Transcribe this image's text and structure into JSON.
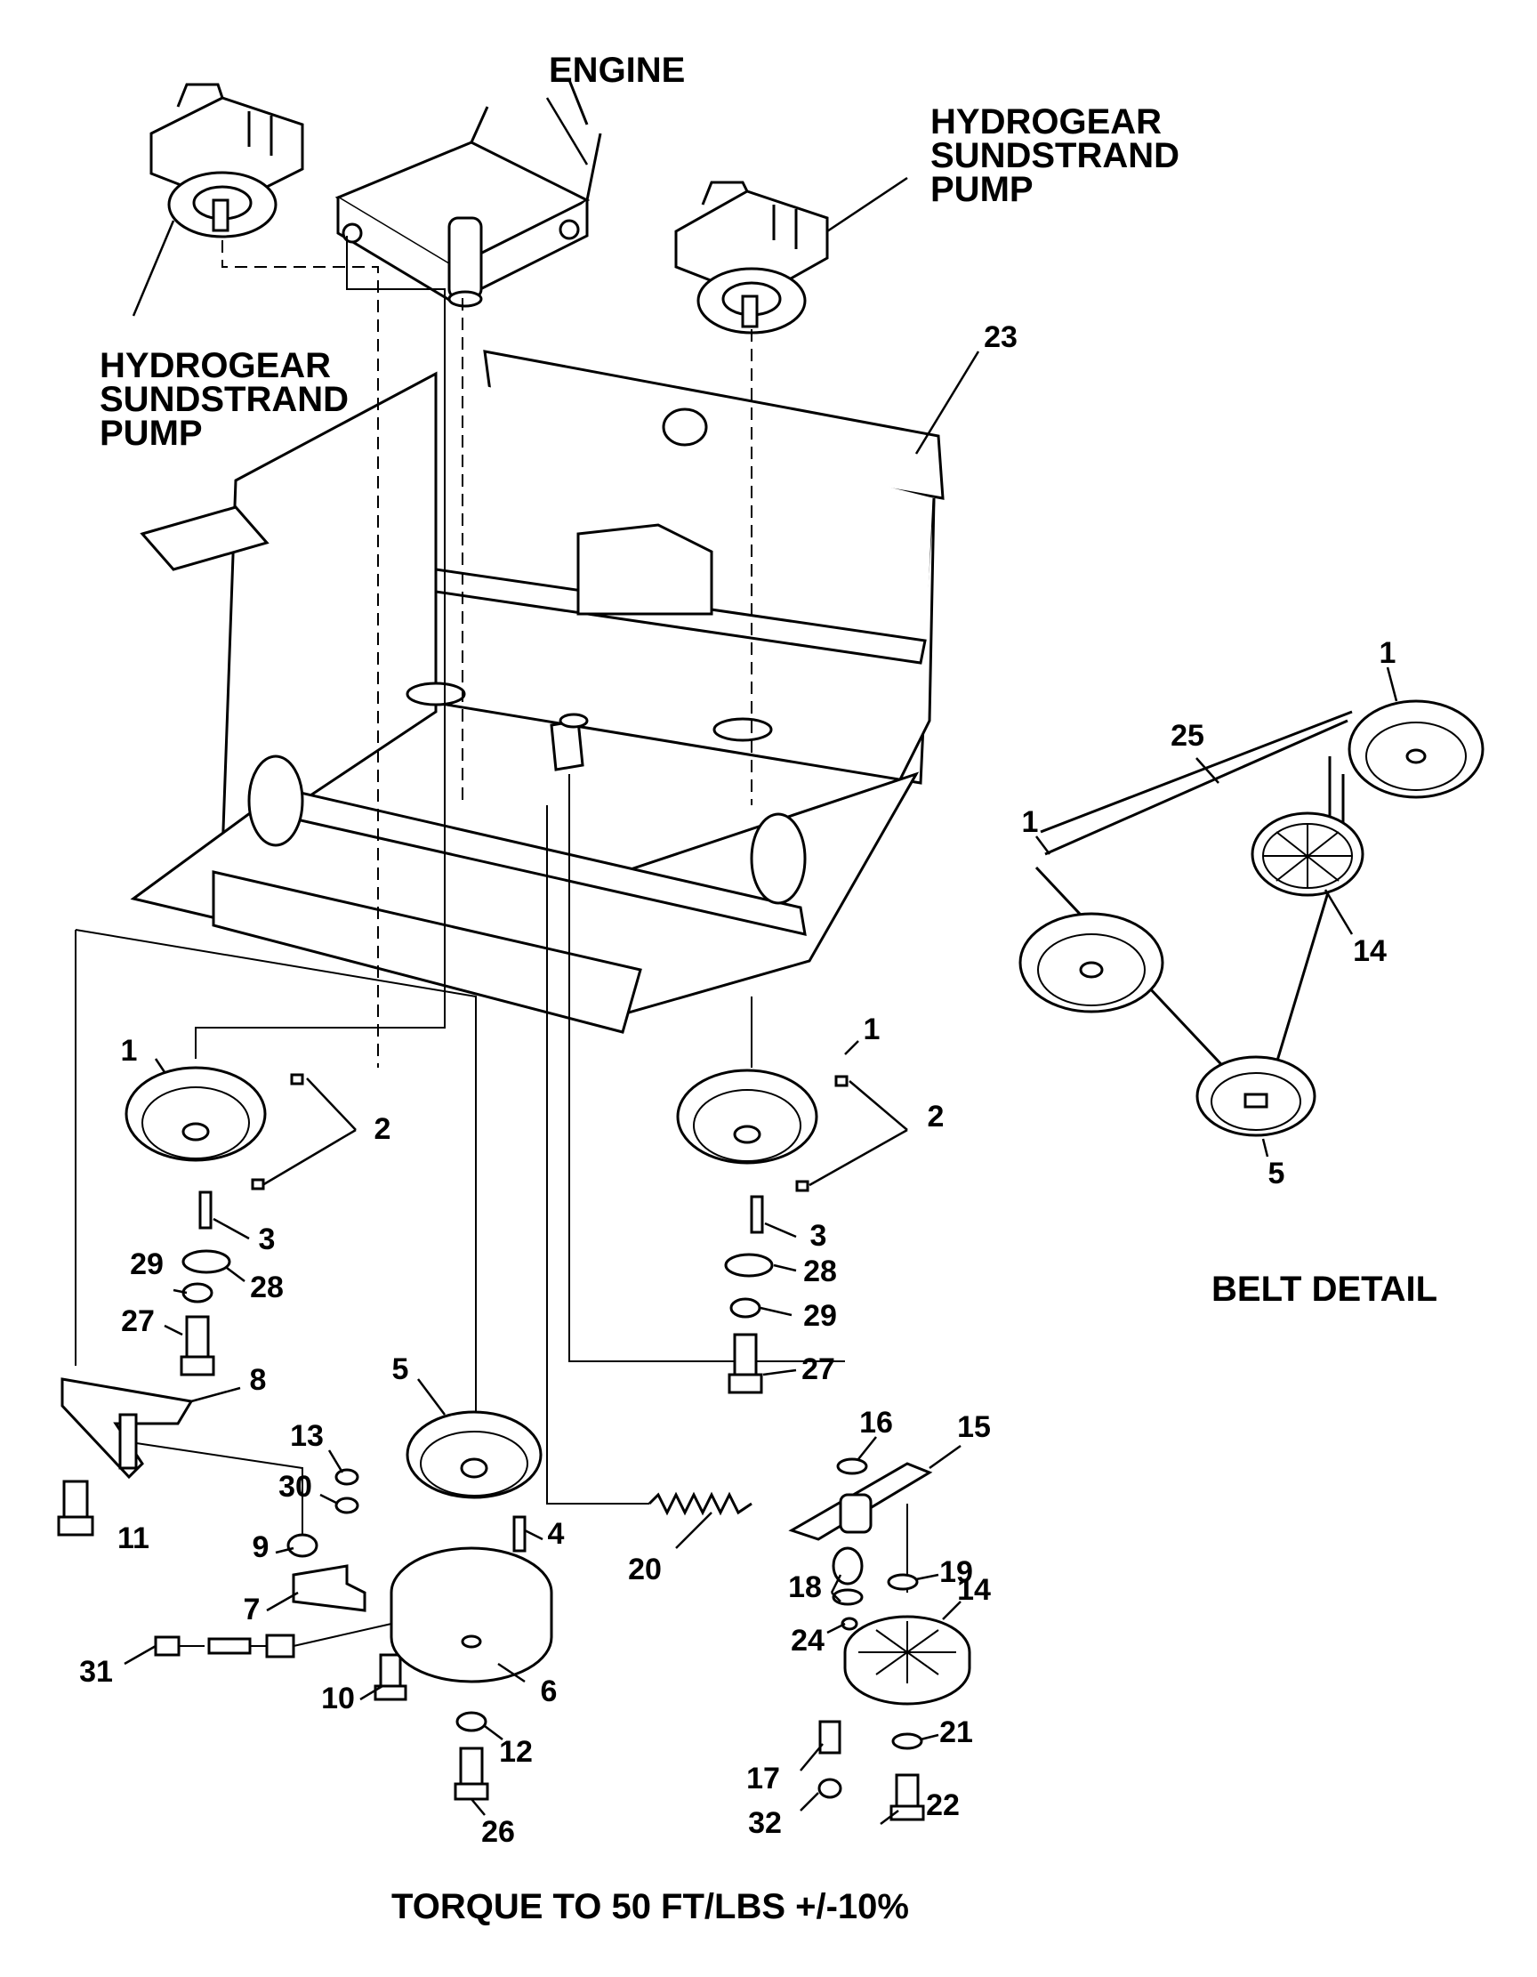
{
  "labels": {
    "engine": "ENGINE",
    "pump_right": [
      "HYDROGEAR",
      "SUNDSTRAND",
      "PUMP"
    ],
    "pump_left": [
      "HYDROGEAR",
      "SUNDSTRAND",
      "PUMP"
    ],
    "belt_detail": "BELT DETAIL",
    "torque_note": "TORQUE TO 50 FT/LBS +/-10%"
  },
  "callouts": {
    "c23": "23",
    "bd1a": "1",
    "bd25": "25",
    "bd1b": "1",
    "bd14": "14",
    "bd5": "5",
    "l1": "1",
    "l2": "2",
    "l3": "3",
    "l28": "28",
    "l29": "29",
    "l27": "27",
    "r1": "1",
    "r2": "2",
    "r3": "3",
    "r28": "28",
    "r29": "29",
    "r27": "27",
    "c8": "8",
    "c11": "11",
    "c13": "13",
    "c30": "30",
    "c9": "9",
    "c7": "7",
    "c31": "31",
    "c10": "10",
    "c5": "5",
    "c4": "4",
    "c6": "6",
    "c12": "12",
    "c26": "26",
    "c20": "20",
    "c16": "16",
    "c15": "15",
    "c18": "18",
    "c19": "19",
    "c24": "24",
    "c14": "14",
    "c21": "21",
    "c17": "17",
    "c22": "22",
    "c32": "32"
  }
}
